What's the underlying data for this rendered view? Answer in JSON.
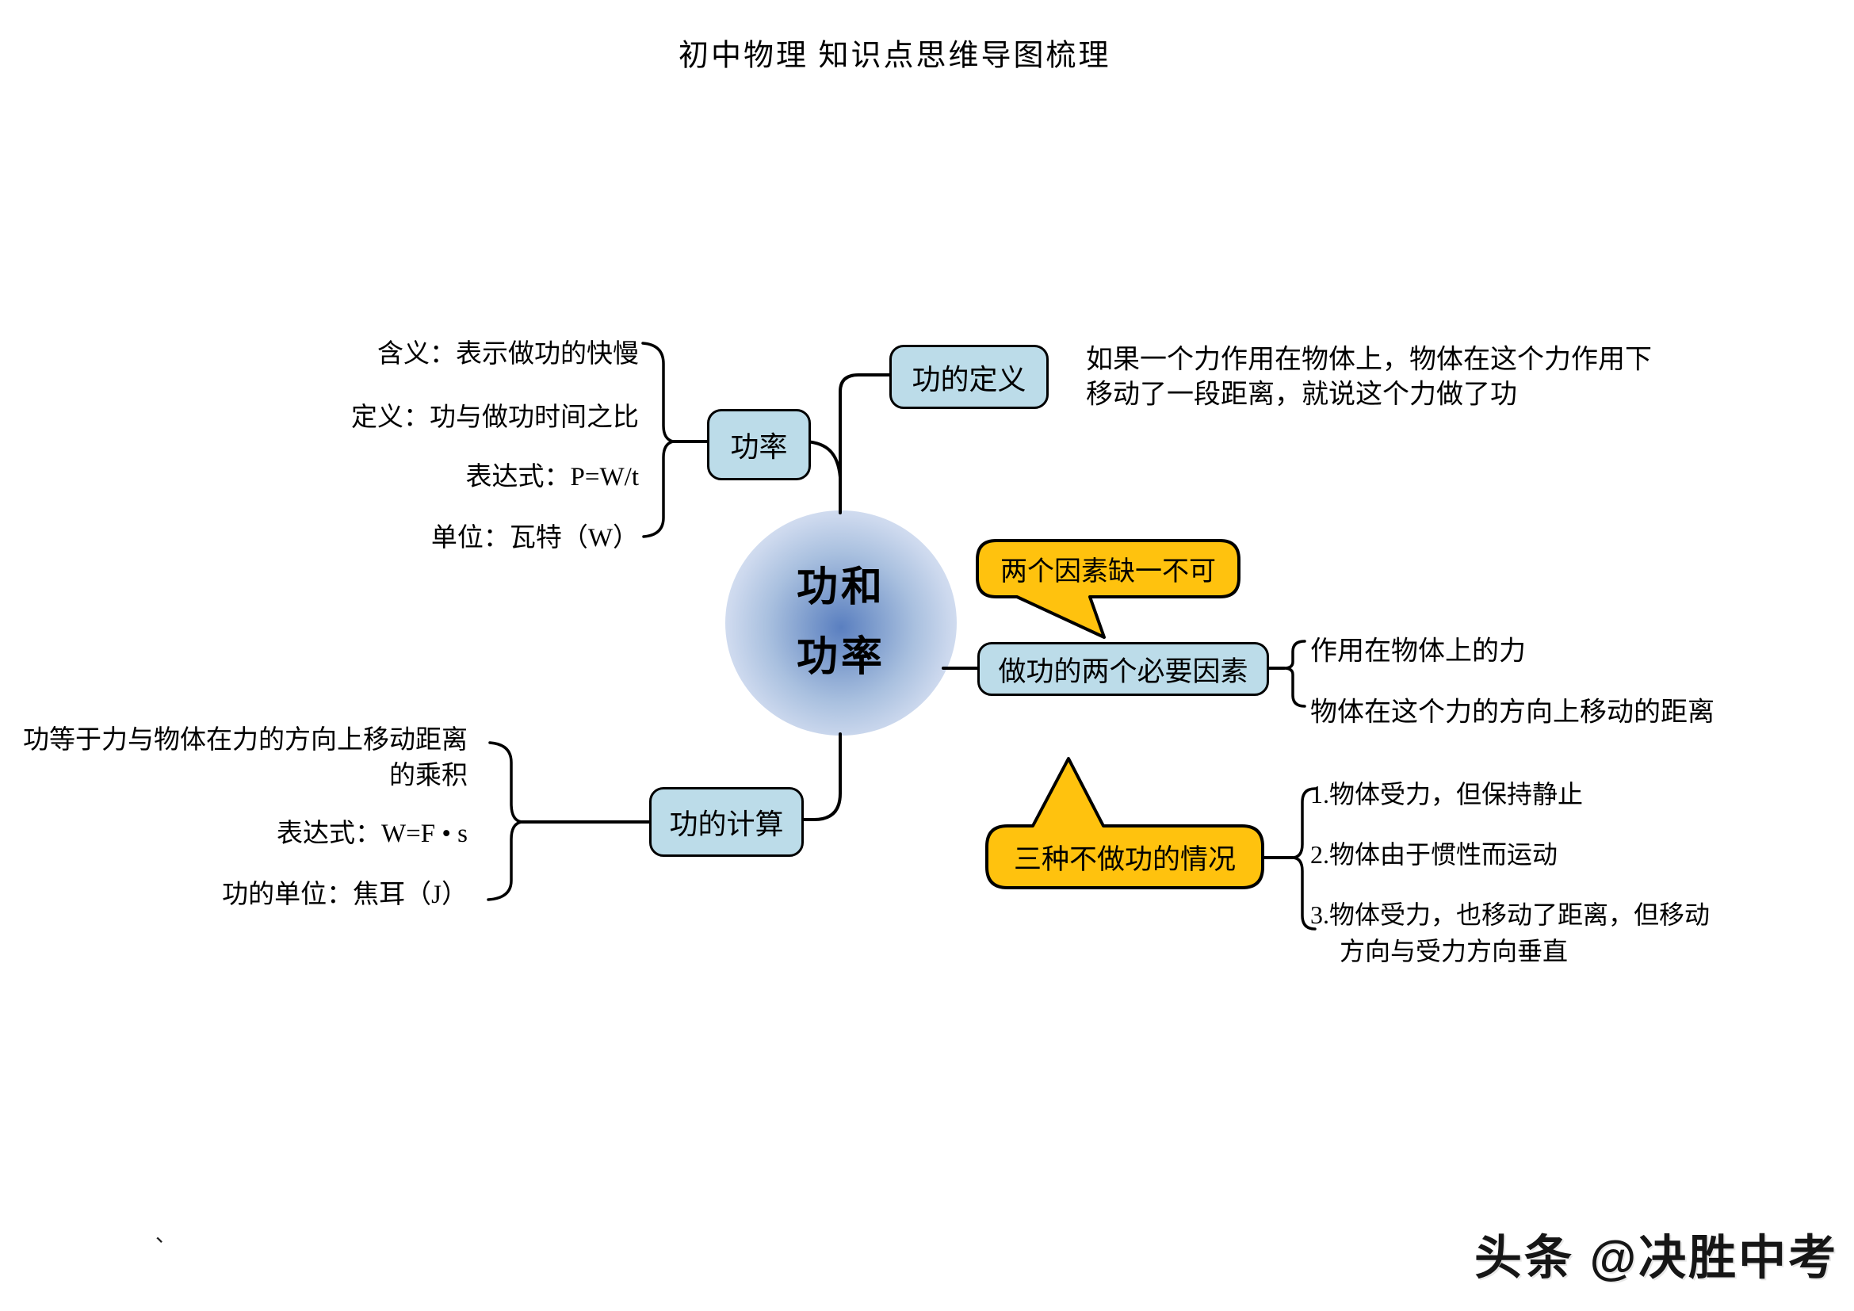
{
  "title": "初中物理 知识点思维导图梳理",
  "center": {
    "line1": "功和",
    "line2": "功率"
  },
  "power": {
    "label": "功率",
    "items": [
      "含义：表示做功的快慢",
      "定义：功与做功时间之比",
      "表达式：P=W/t",
      "单位：瓦特（W）"
    ]
  },
  "work_definition": {
    "label": "功的定义",
    "text_line1": "如果一个力作用在物体上，物体在这个力作用下",
    "text_line2": "移动了一段距离，就说这个力做了功"
  },
  "two_factors": {
    "label": "做功的两个必要因素",
    "callout": "两个因素缺一不可",
    "items": [
      "作用在物体上的力",
      "物体在这个力的方向上移动的距离"
    ]
  },
  "no_work": {
    "callout": "三种不做功的情况",
    "items": [
      "1.物体受力，但保持静止",
      "2.物体由于惯性而运动",
      "3.物体受力，也移动了距离，但移动",
      "方向与受力方向垂直"
    ]
  },
  "work_calculation": {
    "label": "功的计算",
    "items": [
      "功等于力与物体在力的方向上移动距离",
      "的乘积",
      "表达式：W=F • s",
      "功的单位：焦耳（J）"
    ]
  },
  "watermark": "头条 @决胜中考",
  "stray_mark": "、",
  "colors": {
    "node_fill": "#bcdce9",
    "callout_fill": "#ffc20e",
    "line": "#000000",
    "circle_center": "#5a7fc0",
    "circle_edge": "#eef2f9"
  }
}
